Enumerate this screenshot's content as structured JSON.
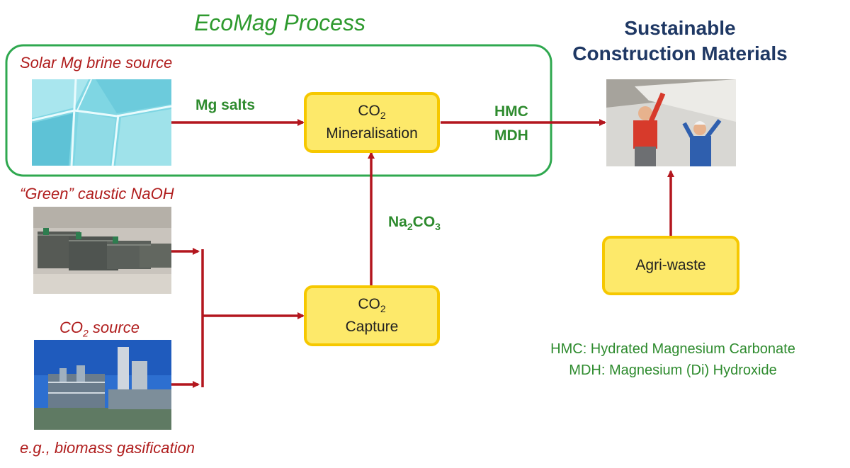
{
  "title": "EcoMag Process",
  "subtitle_line1": "Sustainable",
  "subtitle_line2": "Construction Materials",
  "sources": {
    "brine": "Solar Mg brine source",
    "naoh": "“Green” caustic NaOH",
    "co2_prefix": "CO",
    "co2_sub": "2",
    "co2_suffix": " source",
    "footnote": "e.g., biomass gasification"
  },
  "flows": {
    "mg_salts": "Mg salts",
    "hmc": "HMC",
    "mdh": "MDH",
    "na2co3_a": "Na",
    "na2co3_sub1": "2",
    "na2co3_b": "CO",
    "na2co3_sub2": "3"
  },
  "boxes": {
    "mineralisation_line1": "CO",
    "mineralisation_sub": "2",
    "mineralisation_line2": "Mineralisation",
    "capture_line1": "CO",
    "capture_sub": "2",
    "capture_line2": "Capture",
    "agri": "Agri-waste"
  },
  "legend": {
    "hmc": "HMC: Hydrated Magnesium Carbonate",
    "mdh": "MDH: Magnesium (Di) Hydroxide"
  },
  "colors": {
    "arrow": "#b3161e",
    "box_fill": "#fde96a",
    "box_border": "#f6c800",
    "frame": "#2fa84f"
  }
}
